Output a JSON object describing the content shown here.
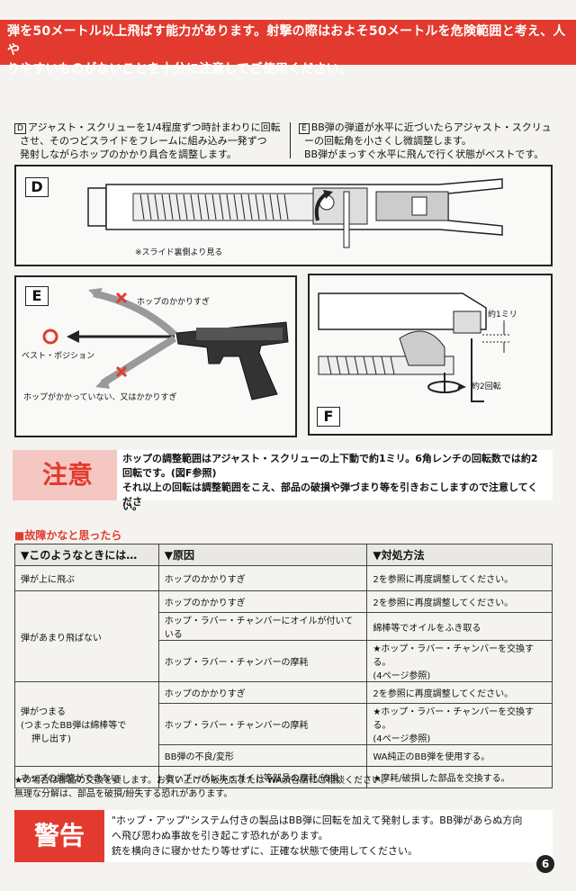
{
  "top_banner": {
    "line1": "弾を50メートル以上飛ばす能力があります。射撃の際はおよそ50メートルを危険範囲と考え、人や",
    "line2": "りやすいものがないことを十分に注意してご使用ください。"
  },
  "instructions": {
    "d_letter": "D",
    "d_text_1": "アジャスト・スクリューを1/4程度ずつ時計まわりに回転",
    "d_text_2": "させ、そのつどスライドをフレームに組み込み一発ずつ",
    "d_text_3": "発射しながらホップのかかり具合を調整します。",
    "e_letter": "E",
    "e_text_1": "BB弾の弾道が水平に近づいたらアジャスト・スクリュ",
    "e_text_2": "ーの回転角を小さくし微調整します。",
    "e_text_3": "BB弾がまっすぐ水平に飛んで行く状態がベストです。"
  },
  "diagram_d": {
    "label": "D",
    "caption": "※スライド裏側より見る"
  },
  "diagram_e": {
    "label": "E",
    "too_much": "ホップのかかりすぎ",
    "best": "ベスト・ポジション",
    "too_little": "ホップがかかっていない、又はかかりすぎ"
  },
  "diagram_f": {
    "label": "F",
    "one_mm": "約1ミリ",
    "two_turns": "約2回転"
  },
  "caution": {
    "label": "注意",
    "line1": "ホップの調整範囲はアジャスト・スクリューの上下動で約1ミリ。6角レンチの回転数では約2",
    "line2": "回転です。(図F参照)",
    "line3": "それ以上の回転は調整範囲をこえ、部品の破損や弾づまり等を引きおこしますので注意してくださ",
    "line4": "い。"
  },
  "troubleshooting": {
    "title": "■故障かなと思ったら",
    "headers": [
      "▼このようなときには…",
      "▼原因",
      "▼対処方法"
    ],
    "rows": [
      {
        "symptom": "弾が上に飛ぶ",
        "cause": "ホップのかかりすぎ",
        "remedy": "2を参照に再度調整してください。"
      },
      {
        "symptom": "弾があまり飛ばない",
        "cause": "ホップのかかりすぎ",
        "remedy": "2を参照に再度調整してください。"
      },
      {
        "symptom": "",
        "cause": "ホップ・ラバー・チャンバーにオイルが付いている",
        "remedy": "綿棒等でオイルをふき取る"
      },
      {
        "symptom": "",
        "cause": "ホップ・ラバー・チャンバーの摩耗",
        "remedy": "★ホップ・ラバー・チャンバーを交換する。",
        "remedy2": "(4ページ参照)"
      },
      {
        "symptom": "弾がつまる",
        "symptom2": "(つまったBB弾は綿棒等で",
        "symptom3": "押し出す)",
        "cause": "ホップのかかりすぎ",
        "remedy": "2を参照に再度調整してください。"
      },
      {
        "symptom": "",
        "cause": "ホップ・ラバー・チャンバーの摩耗",
        "remedy": "★ホップ・ラバー・チャンバーを交換する。",
        "remedy2": "(4ページ参照)"
      },
      {
        "symptom": "",
        "cause": "BB弾の不良/変形",
        "remedy": "WA純正のBB弾を使用する。"
      },
      {
        "symptom": "ホップの調整ができない",
        "cause": "ホップ・バレル・ガイド等部品の摩耗/破損",
        "remedy": "★摩耗/破損した部品を交換する。"
      }
    ],
    "note1": "★の場合は部品の交換を要します。お買い上げの販売店または WA渋谷店にご相談ください。",
    "note2": "無理な分解は、部品を破損/紛失する恐れがあります。"
  },
  "warning": {
    "label": "警告",
    "line1": "\"ホップ・アップ\"システム付きの製品はBB弾に回転を加えて発射します。BB弾があらぬ方向",
    "line2": "へ飛び思わぬ事故を引き起こす恐れがあります。",
    "line3": "銃を横向きに寝かせたり等せずに、正確な状態で使用してください。"
  },
  "page_number": "6",
  "colors": {
    "accent_red": "#e23a2e",
    "pink": "#f4c7c3"
  }
}
